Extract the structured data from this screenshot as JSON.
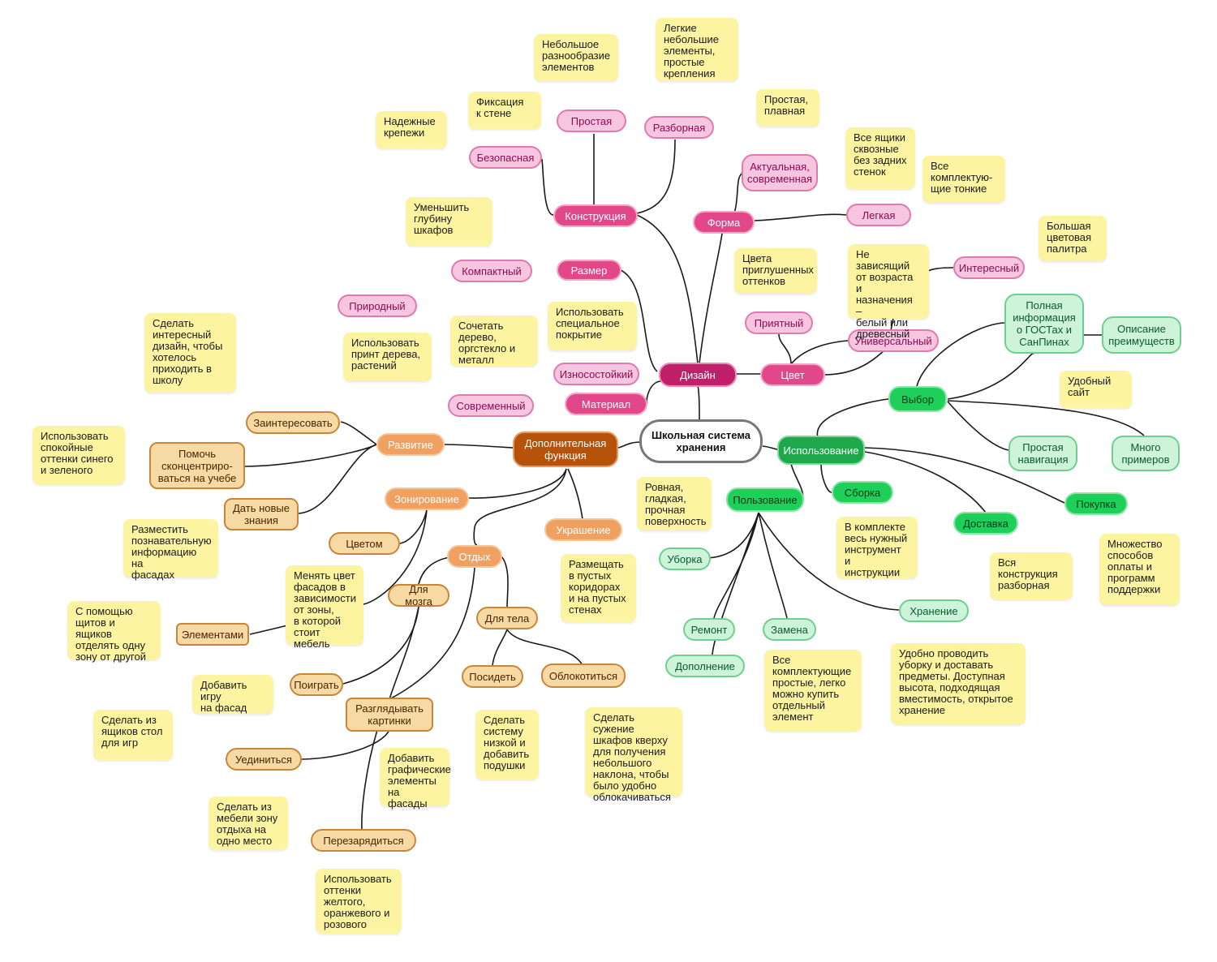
{
  "root": "Школьная система\nхранения",
  "colors": {
    "pink": "#e24789",
    "pink_light": "#f6c5e0",
    "green": "#1ea84b",
    "green_light": "#cdf3d9",
    "orange": "#b7520b",
    "orange_light": "#f7d9a3",
    "note": "#fcf4a0"
  },
  "branches": {
    "design": {
      "label": "Дизайн",
      "construction": {
        "label": "Конструкция",
        "children": [
          "Безопасная",
          "Простая",
          "Разборная"
        ]
      },
      "form": {
        "label": "Форма",
        "children": [
          "Актуальная,\nсовременная",
          "Легкая"
        ]
      },
      "size": {
        "label": "Размер",
        "children": [
          "Компактный"
        ]
      },
      "material": {
        "label": "Материал",
        "children": [
          "Природный",
          "Износостойкий",
          "Современный"
        ]
      },
      "color": {
        "label": "Цвет",
        "children": [
          "Приятный",
          "Универсальный",
          "Интересный"
        ]
      }
    },
    "usage": {
      "label": "Использование",
      "choice": {
        "label": "Выбор",
        "children": [
          "Полная\nинформация\nо ГОСТах и\nСанПинах",
          "Описание\nпреимуществ",
          "Простая\nнавигация",
          "Много\nпримеров"
        ]
      },
      "purchase": "Покупка",
      "delivery": "Доставка",
      "assembly": "Сборка",
      "using": {
        "label": "Пользование",
        "children": [
          "Уборка",
          "Ремонт",
          "Дополнение",
          "Замена",
          "Хранение"
        ]
      }
    },
    "extra": {
      "label": "Дополнительная\nфункция",
      "development": {
        "label": "Развитие",
        "children": [
          "Заинтересовать",
          "Помочь\nсконцентриро-\nваться на учебе",
          "Дать новые\nзнания"
        ]
      },
      "zoning": {
        "label": "Зонирование",
        "children": [
          "Цветом",
          "Элементами"
        ]
      },
      "rest": {
        "label": "Отдых",
        "children": [
          "Для мозга",
          "Для тела",
          "Поиграть",
          "Разглядывать\nкартинки",
          "Уединиться",
          "Перезарядиться",
          "Посидеть",
          "Облокотиться"
        ]
      },
      "decoration": "Украшение"
    }
  },
  "notes": [
    "Небольшое\nразнообразие\nэлементов",
    "Легкие\nнебольшие\nэлементы,\nпростые\nкрепления",
    "Фиксация\nк стене",
    "Надежные\nкрепежи",
    "Простая,\nплавная",
    "Все ящики\nсквозные\nбез задних\nстенок",
    "Все\nкомплектую-\nщие тонкие",
    "Уменьшить\nглубину\nшкафов",
    "Большая\nцветовая\nпалитра",
    "Цвета\nприглушенных\nоттенков",
    "Не зависящий\nот возраста и\nназначения –\nбелый или\nдревесный",
    "Сделать\nинтересный\nдизайн, чтобы\nхотелось\nприходить в\nшколу",
    "Сочетать\nдерево,\nоргстекло и\nметалл",
    "Использовать\nспециальное\nпокрытие",
    "Использовать\nпринт дерева,\nрастений",
    "Удобный\nсайт",
    "Использовать\nспокойные\nоттенки синего\nи зеленого",
    "Ровная,\nгладкая,\nпрочная\nповерхность",
    "В комплекте\nвесь нужный\nинструмент и\nинструкции",
    "Множество\nспособов\nоплаты и\nпрограмм\nподдержки",
    "Вся\nконструкция\nразборная",
    "Разместить\nпознавательную\nинформацию на\nфасадах",
    "Менять цвет\nфасадов в\nзависимости\nот зоны,\nв которой\nстоит мебель",
    "Размещать\nв пустых\nкоридорах\nи на пустых\nстенах",
    "С  помощью\nщитов и ящиков\nотделять одну\nзону от другой",
    "Добавить игру\nна фасад",
    "Все\nкомплектующие\nпростые, легко\nможно купить\nотдельный\nэлемент",
    "Удобно проводить\nуборку и доставать\nпредметы. Доступная\nвысота, подходящая\nвместимость, открытое\nхранение",
    "Сделать из\nящиков стол\nдля игр",
    "Сделать\nсистему\nнизкой и\nдобавить\nподушки",
    "Сделать сужение\nшкафов кверху\nдля получения\nнебольшого\nнаклона, чтобы\nбыло удобно\nоблокачиваться",
    "Добавить\nграфические\nэлементы\nна фасады",
    "Сделать из\nмебели зону\nотдыха на\nодно место",
    "Использовать\nоттенки\nжелтого,\nоранжевого и\nрозового"
  ]
}
